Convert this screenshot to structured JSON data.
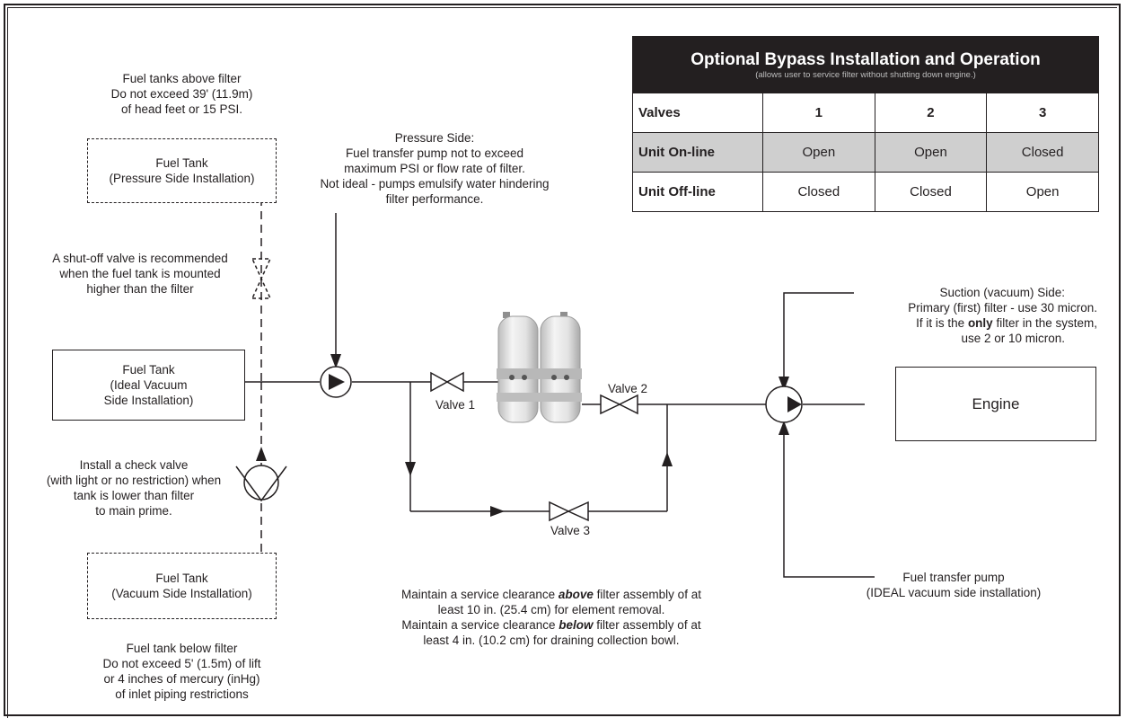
{
  "table": {
    "title": "Optional Bypass Installation and Operation",
    "subtitle": "(allows user to service filter without shutting down engine.)",
    "header": [
      "Valves",
      "1",
      "2",
      "3"
    ],
    "rows": [
      {
        "label": "Unit On-line",
        "values": [
          "Open",
          "Open",
          "Closed"
        ]
      },
      {
        "label": "Unit Off-line",
        "values": [
          "Closed",
          "Closed",
          "Open"
        ]
      }
    ]
  },
  "notes": {
    "above_filter": [
      "Fuel tanks above filter",
      "Do not exceed 39' (11.9m)",
      "of head feet or 15 PSI."
    ],
    "pressure_side": [
      "Pressure Side:",
      "Fuel transfer pump not to exceed",
      "maximum PSI or flow rate of filter.",
      "Not ideal - pumps emulsify water hindering",
      "filter performance."
    ],
    "shutoff": [
      "A shut-off valve is recommended",
      "when the fuel tank is mounted",
      "higher than the filter"
    ],
    "check_valve": [
      "Install a check valve",
      "(with light or no restriction) when",
      "tank is lower than filter",
      "to main prime."
    ],
    "below_filter": [
      "Fuel tank below filter",
      "Do not exceed 5' (1.5m) of lift",
      "or 4 inches of mercury (inHg)",
      "of inlet piping restrictions"
    ],
    "suction_side": {
      "l1": "Suction (vacuum) Side:",
      "l2": "Primary (first) filter - use 30 micron.",
      "l3a": "If it is the ",
      "l3b": "only",
      "l3c": " filter in the system,",
      "l4": "use 2 or 10 micron."
    },
    "transfer_pump": [
      "Fuel transfer pump",
      "(IDEAL vacuum side installation)"
    ],
    "clearance": {
      "a1": "Maintain a service clearance ",
      "a2": "above",
      "a3": " filter assembly of at",
      "a4": "least 10 in. (25.4 cm) for element removal.",
      "b1": "Maintain a service clearance ",
      "b2": "below",
      "b3": " filter assembly of at",
      "b4": "least 4 in. (10.2 cm) for draining collection bowl."
    }
  },
  "tanks": {
    "pressure": [
      "Fuel Tank",
      "(Pressure Side Installation)"
    ],
    "ideal": [
      "Fuel Tank",
      "(Ideal Vacuum",
      "Side Installation)"
    ],
    "vacuum": [
      "Fuel Tank",
      "(Vacuum Side Installation)"
    ]
  },
  "engine": "Engine",
  "valves": {
    "v1": "Valve 1",
    "v2": "Valve 2",
    "v3": "Valve 3"
  },
  "icons": [
    "pump-icon",
    "valve-icon",
    "check-valve-icon",
    "filter-icon",
    "arrow-icon"
  ]
}
